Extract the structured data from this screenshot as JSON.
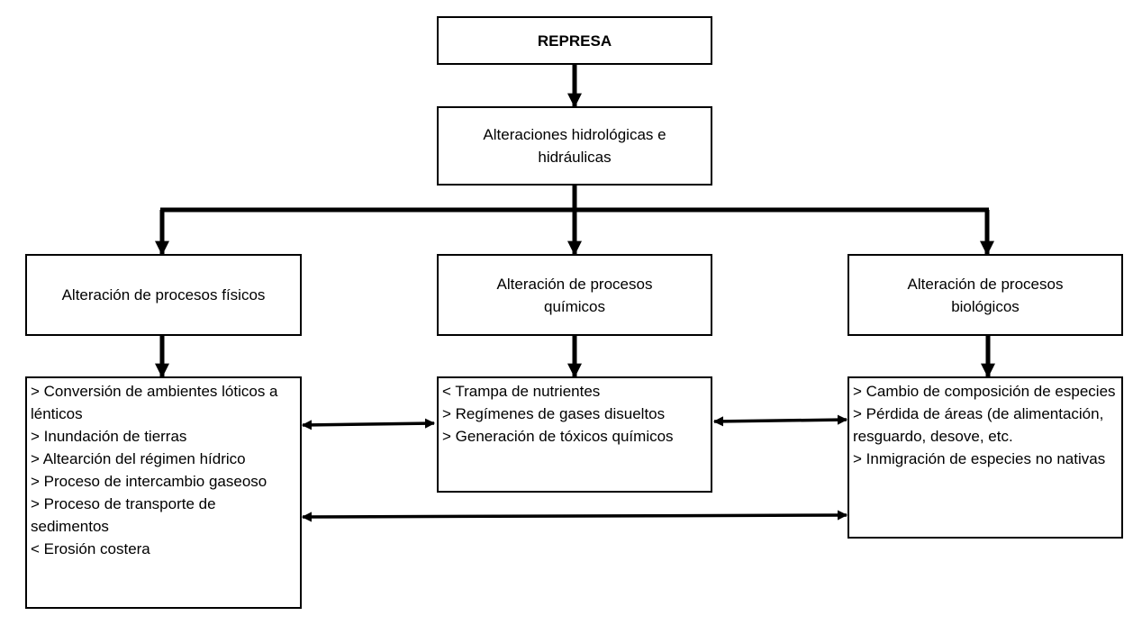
{
  "diagram": {
    "root": "REPRESA",
    "level2": "Alteraciones hidrológicas e hidráulicas",
    "categories": [
      {
        "title": "Alteración de procesos físicos",
        "items": [
          "> Conversión de ambientes lóticos a lénticos",
          "> Inundación de tierras",
          "> Altearción del régimen hídrico",
          "> Proceso de intercambio gaseoso",
          "> Proceso de transporte de sedimentos",
          "< Erosión costera"
        ]
      },
      {
        "title": "Alteración de procesos químicos",
        "items": [
          "< Trampa de nutrientes",
          "> Regímenes de gases disueltos",
          "> Generación de tóxicos químicos"
        ]
      },
      {
        "title": "Alteración de procesos biológicos",
        "items": [
          "> Cambio de composición de especies",
          "> Pérdida de áreas (de alimentación, resguardo, desove, etc.",
          "> Inmigración de especies no nativas"
        ]
      }
    ]
  },
  "colors": {
    "line": "#000000",
    "background": "#ffffff"
  }
}
